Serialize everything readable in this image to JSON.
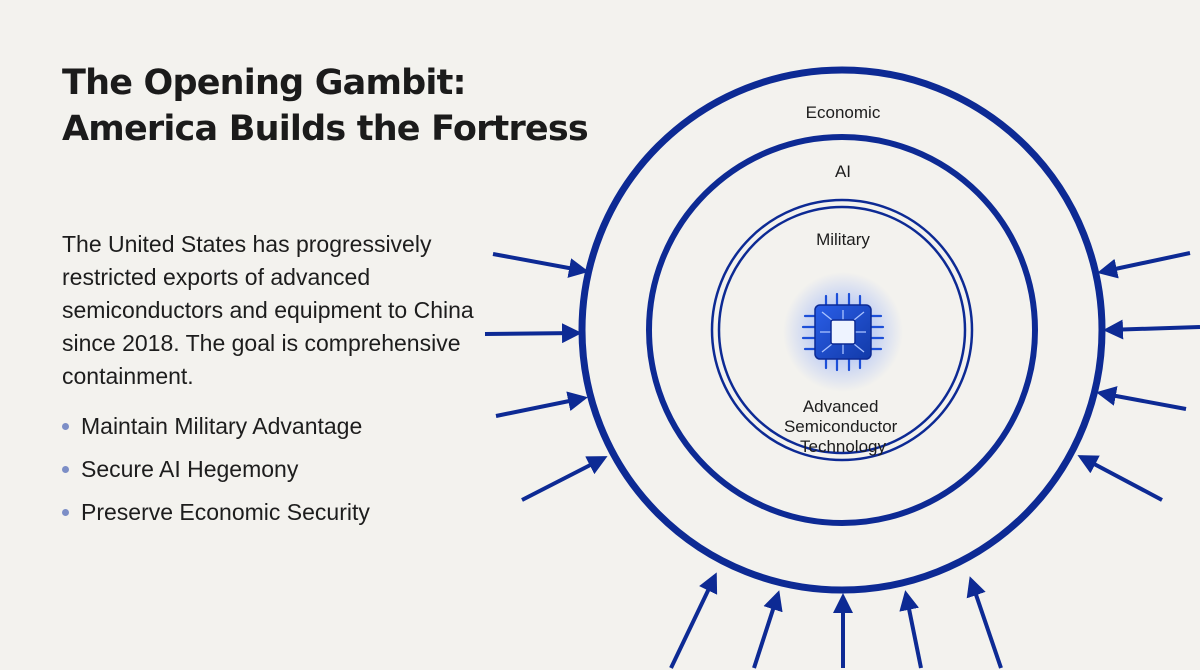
{
  "title_lines": [
    "The Opening Gambit:",
    "America Builds the Fortress"
  ],
  "description": "The United States has progressively restricted exports of advanced semiconductors and equipment to China since 2018. The goal is comprehensive containment.",
  "bullets": [
    "Maintain Military Advantage",
    "Secure AI Hegemony",
    "Preserve Economic Security"
  ],
  "rings": {
    "outer": "Economic",
    "middle": "AI",
    "inner": "Military"
  },
  "core_label_lines": [
    "Advanced",
    "Semiconductor",
    "Technology"
  ],
  "colors": {
    "ring": "#0d2a94",
    "arrow": "#0d2a94",
    "chip": "#1f4fd6",
    "glow": "#4f7dff",
    "bullet_dot": "#7c8ec6",
    "background": "#f3f2ee"
  },
  "icons": {
    "core": "microchip-icon",
    "arrows": "inward-arrow-icon"
  }
}
